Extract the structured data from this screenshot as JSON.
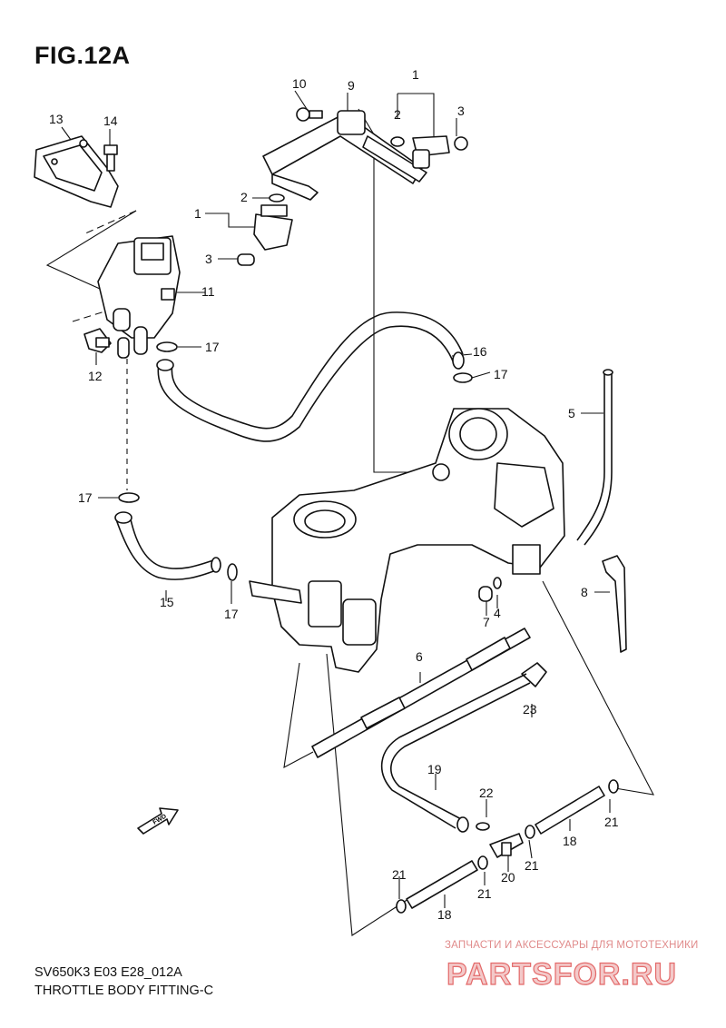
{
  "figure": {
    "title": "FIG.12A",
    "model_code": "SV650K3 E03 E28_012A",
    "caption": "THROTTLE BODY FITTING-C"
  },
  "callouts": {
    "c1a": "1",
    "c2a": "2",
    "c3a": "3",
    "c1b": "1",
    "c2b": "2",
    "c3b": "3",
    "c4": "4",
    "c5": "5",
    "c6": "6",
    "c7": "7",
    "c8": "8",
    "c9": "9",
    "c10": "10",
    "c11": "11",
    "c12": "12",
    "c13": "13",
    "c14": "14",
    "c15": "15",
    "c16": "16",
    "c17a": "17",
    "c17b": "17",
    "c17c": "17",
    "c17d": "17",
    "c18a": "18",
    "c18b": "18",
    "c19": "19",
    "c20": "20",
    "c21a": "21",
    "c21b": "21",
    "c21c": "21",
    "c21d": "21",
    "c22": "22",
    "c23": "23"
  },
  "fwd_label": "FWD",
  "watermark": {
    "subtitle": "ЗАПЧАСТИ И АКСЕССУАРЫ ДЛЯ МОТОТЕХНИКИ",
    "logo_text": "PARTSFOR.RU",
    "color": "#e36a6a"
  }
}
